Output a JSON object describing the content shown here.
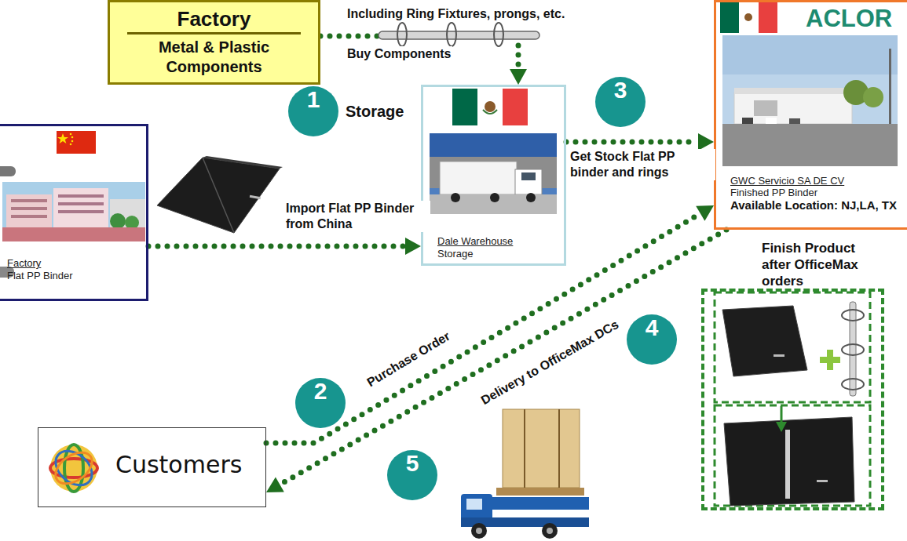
{
  "diagram": {
    "nodes": [
      {
        "text": [
          "Factory",
          "Metal & Plastic Components"
        ]
      },
      {
        "text": [
          "Factory",
          "Flat PP Binder"
        ]
      },
      {
        "text": [
          "Dale Warehouse",
          "Storage"
        ]
      },
      {
        "text": [
          "ACLOR",
          "GWC Servicio SA DE CV",
          "Finished PP Binder",
          "Available Location: NJ,LA, TX"
        ]
      },
      {
        "text": [
          "Customers"
        ]
      },
      {
        "text": [
          "Finish Product after OfficeMax orders"
        ]
      }
    ],
    "edges": [
      {
        "from": 0,
        "to": 2,
        "arrow": "to",
        "label": "Buy Components"
      },
      {
        "from": 1,
        "to": 2,
        "arrow": "to",
        "label": "Import Flat PP Binder from China"
      },
      {
        "from": 2,
        "to": 3,
        "arrow": "to",
        "label": "Get Stock Flat PP binder and rings"
      },
      {
        "from": 4,
        "to": 3,
        "arrow": "to",
        "label": "Purchase Order"
      },
      {
        "from": 3,
        "to": 4,
        "arrow": "to",
        "label": "Delivery to OfficeMax DCs"
      }
    ],
    "labels": [
      "Including Ring Fixtures, prongs, etc.",
      "1",
      "Storage",
      "3",
      "2",
      "4",
      "5"
    ]
  }
}
